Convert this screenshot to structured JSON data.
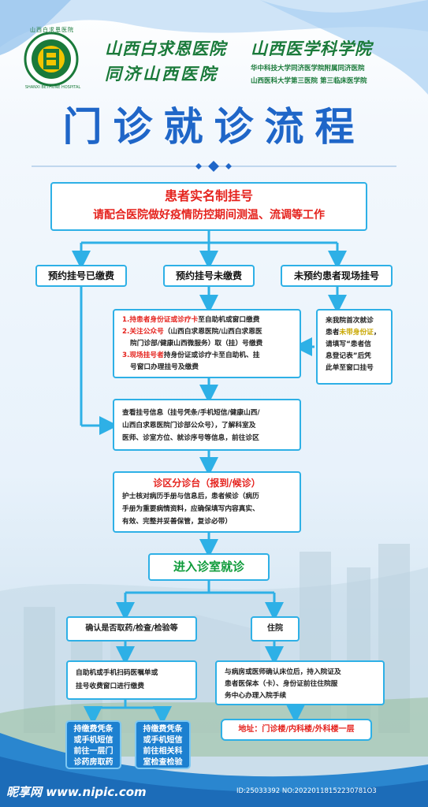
{
  "header": {
    "logo_ring_text": "山西白求恩医院",
    "logo_center": "白",
    "logo_sub": "SHANXI BETHUNE HOSPITAL",
    "name1": "山西白求恩医院",
    "name2": "山西医学科学院",
    "name3": "同济山西医院",
    "sub1": "华中科技大学同济医学院附属同济医院",
    "sub2": "山西医科大学第三医院 第三临床医学院"
  },
  "title": "门诊就诊流程",
  "top_box": {
    "line1": "患者实名制挂号",
    "line2": "请配合医院做好疫情防控期间测温、流调等工作"
  },
  "options": [
    "预约挂号已缴费",
    "预约挂号未缴费",
    "未预约患者现场挂号"
  ],
  "steps_box": {
    "l1_a": "1.持",
    "l1_b": "患者身份证或诊疗卡",
    "l1_c": "至自助机或窗口缴费",
    "l2_a": "2.",
    "l2_b": "关注公众号",
    "l2_c": "（山西白求恩医院/山西白求恩医",
    "l3": "院门诊部/健康山西微服务）取（挂）号缴费",
    "l4_a": "3.",
    "l4_b": "现场挂号者",
    "l4_c": "持身份证或诊疗卡至自助机、挂",
    "l5": "号窗口办理挂号及缴费"
  },
  "first_visit": {
    "l1": "来我院首次就诊",
    "l2_a": "患者",
    "l2_b": "未带身份证",
    "l2_c": "，",
    "l3": "请填写“患者信",
    "l4": "息登记表”后凭",
    "l5": "此单至窗口挂号"
  },
  "check_info": {
    "l1": "查看挂号信息（挂号凭条/手机短信/健康山西/",
    "l2": "山西白求恩医院门诊部公众号），了解科室及",
    "l3": "医师、诊室方位、就诊序号等信息，前往诊区"
  },
  "triage": {
    "title": "诊区分诊台（报到/候诊）",
    "l1": "护士核对病历手册与信息后，患者候诊（病历",
    "l2": "手册为重要病情资料，应确保填写内容真实、",
    "l3": "有效、完整并妥善保管，复诊必带）"
  },
  "enter_room": "进入诊室就诊",
  "branch_a": "确认是否取药/检查/检验等",
  "branch_b": "住院",
  "payment": {
    "l1": "自助机或手机扫码医嘱单或",
    "l2": "挂号收费窗口进行缴费"
  },
  "admission": {
    "l1": "与病房或医师确认床位后，持入院证及",
    "l2": "患者医保本（卡）、身份证前往住院服",
    "l3": "务中心办理入院手续"
  },
  "address": "地址：门诊楼/内科楼/外科楼一层",
  "pharmacy": {
    "l1": "持缴费凭条",
    "l2": "或手机短信",
    "l3": "前往一层门",
    "l4": "诊药房取药"
  },
  "exam": {
    "l1": "持缴费凭条",
    "l2": "或手机短信",
    "l3": "前往相关科",
    "l4": "室检查检验"
  },
  "watermark": {
    "site": "昵享网 www.nipic.com",
    "id": "ID:25033392 NO:20220118152230781O3"
  },
  "colors": {
    "red": "#e5231e",
    "title_blue": "#1f66c8",
    "flow_cyan": "#2eb0e6",
    "accent_blue": "#1d80d0",
    "gold": "#c8a700"
  }
}
